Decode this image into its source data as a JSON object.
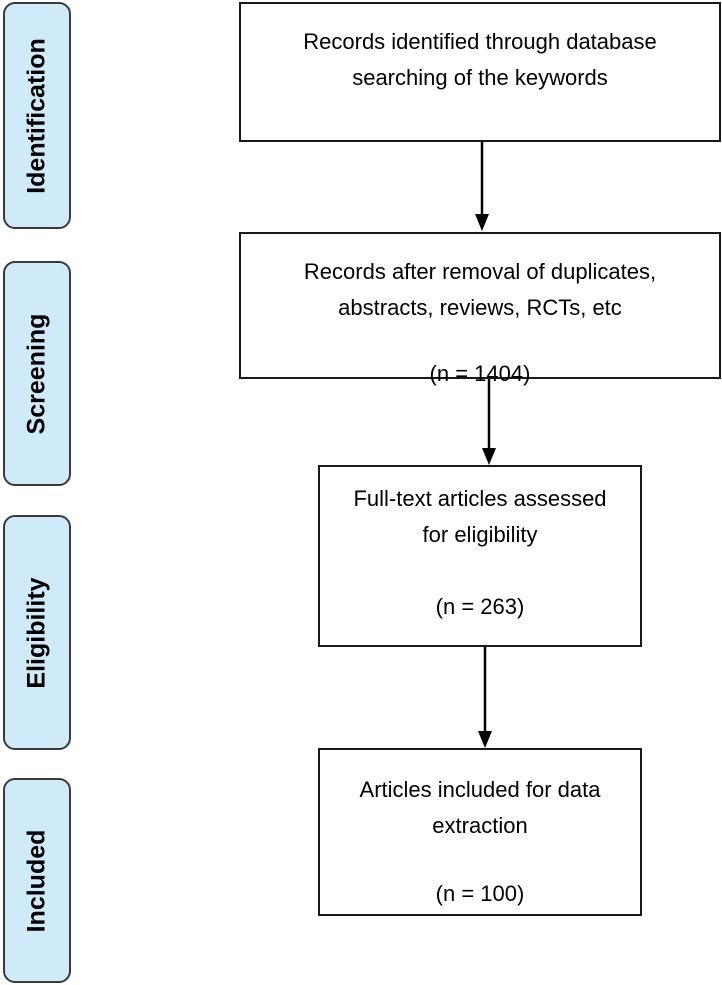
{
  "stages": [
    {
      "key": "identification",
      "label": "Identification"
    },
    {
      "key": "screening",
      "label": "Screening"
    },
    {
      "key": "eligibility",
      "label": "Eligibility"
    },
    {
      "key": "included",
      "label": "Included"
    }
  ],
  "boxes": [
    {
      "key": "identified",
      "lines": [
        "Records identified through database",
        "searching of the keywords"
      ],
      "count": ""
    },
    {
      "key": "after-removal",
      "lines": [
        "Records after removal of duplicates,",
        "abstracts, reviews, RCTs, etc"
      ],
      "count": "(n = 1404)"
    },
    {
      "key": "full-text",
      "lines": [
        "Full-text articles assessed",
        "for eligibility"
      ],
      "count": "(n = 263)"
    },
    {
      "key": "included",
      "lines": [
        "Articles included for data",
        "extraction"
      ],
      "count": "(n = 100)"
    }
  ],
  "colors": {
    "stage_fill": "#cfeaf9",
    "stage_border": "#3a3a3a",
    "box_border": "#1a1a1a",
    "arrow": "#000000"
  }
}
